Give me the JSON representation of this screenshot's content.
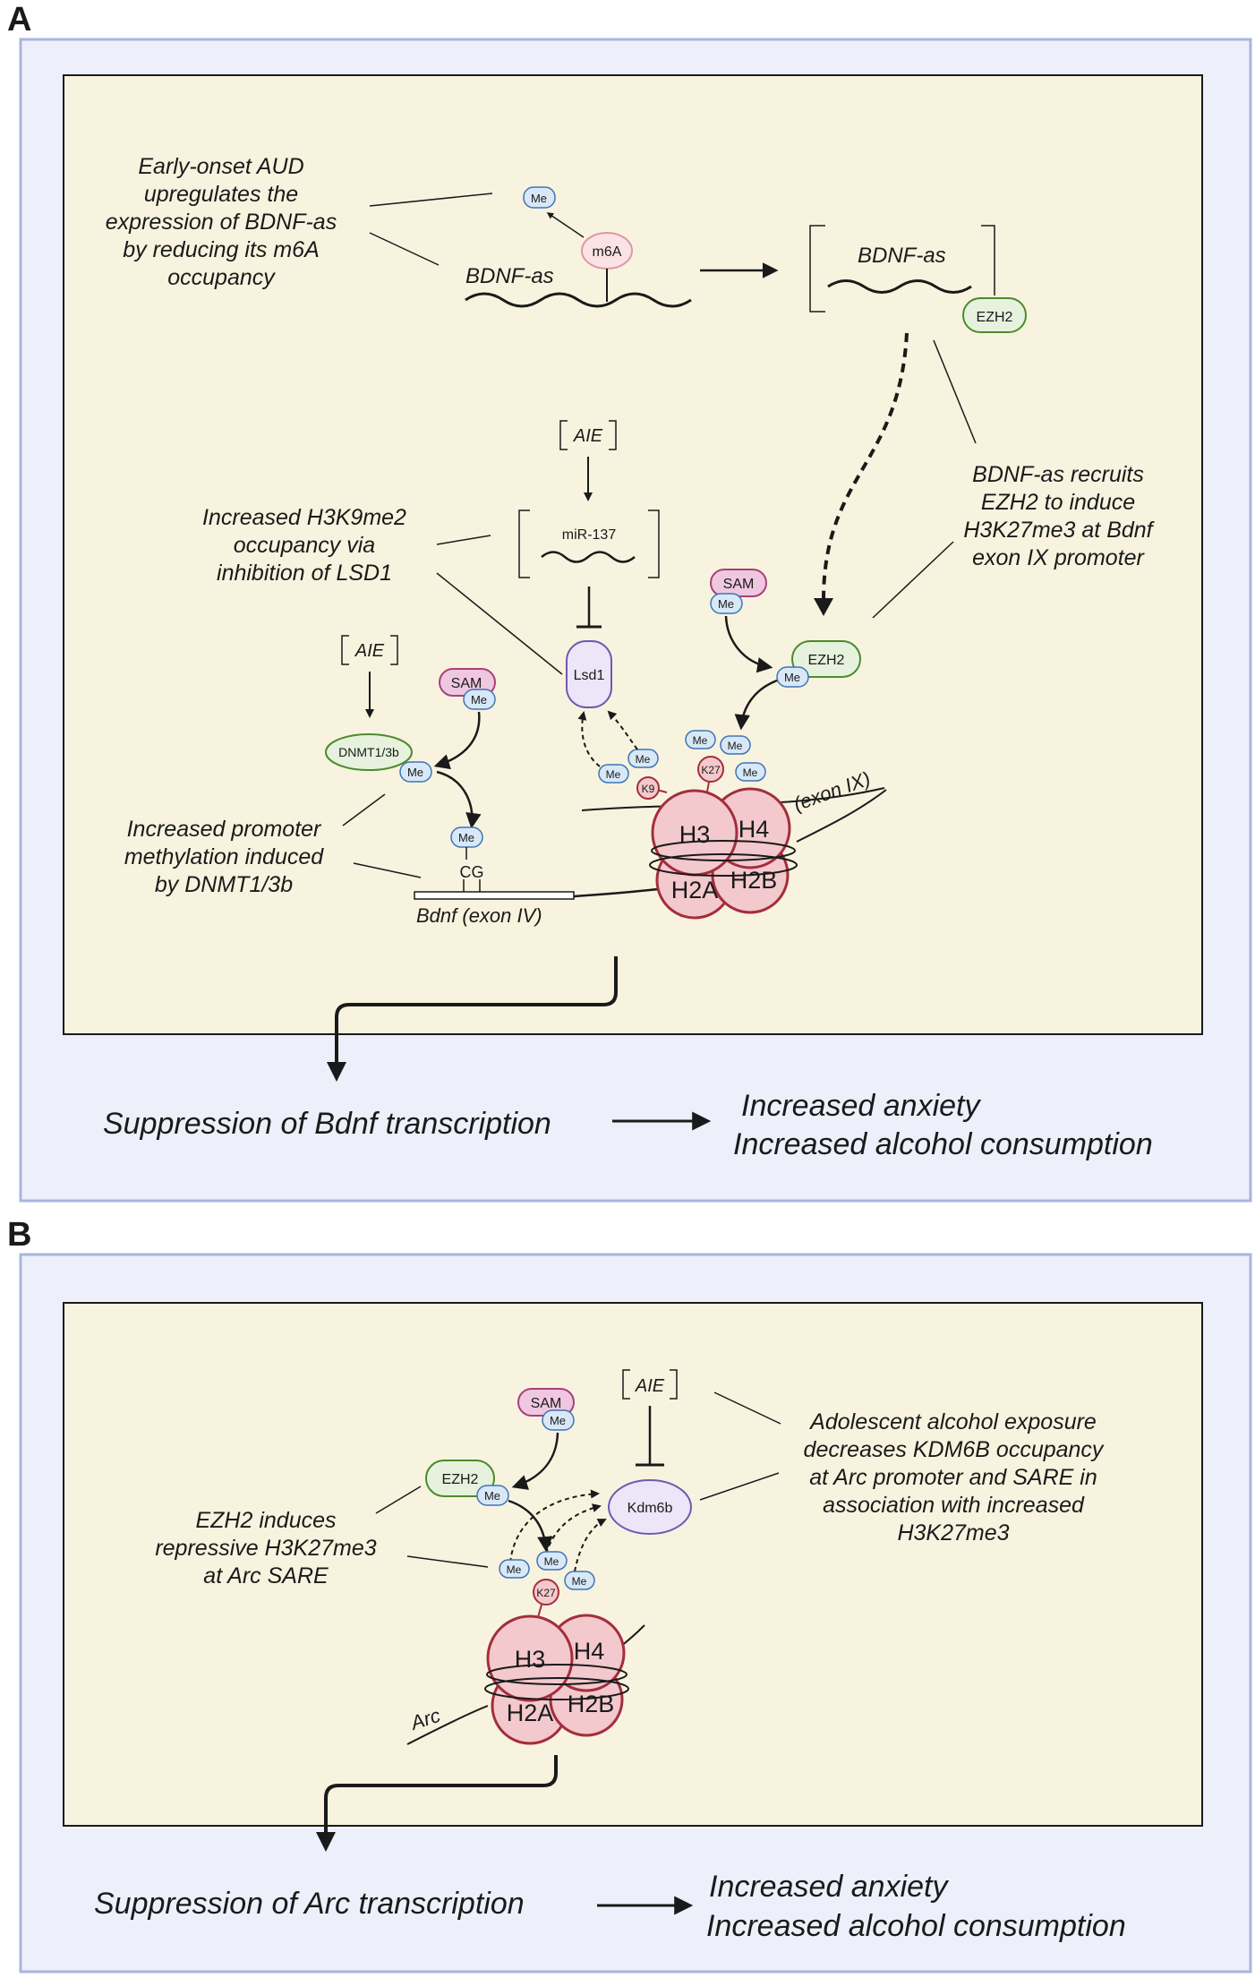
{
  "panel_a": {
    "letter": "A",
    "note_aud": [
      "Early-onset AUD",
      "upregulates the",
      "expression of BDNF-as",
      "by reducing its m6A",
      "occupancy"
    ],
    "me": "Me",
    "m6a": "m6A",
    "bdnf_as": "BDNF-as",
    "ezh2": "EZH2",
    "note_recruit": [
      "BDNF-as recruits",
      "EZH2 to induce",
      "H3K27me3 at Bdnf",
      "exon IX promoter"
    ],
    "aie": "AIE",
    "mir137": "miR-137",
    "note_h3k9": [
      "Increased H3K9me2",
      "occupancy via",
      "inhibition of LSD1"
    ],
    "lsd1": "Lsd1",
    "sam": "SAM",
    "dnmt": "DNMT1/3b",
    "note_promoter": [
      "Increased promoter",
      "methylation induced",
      "by DNMT1/3b"
    ],
    "cg": "CG",
    "bdnf_exon": "Bdnf (exon IV)",
    "exon_ix": "(exon IX)",
    "k9": "K9",
    "k27": "K27",
    "histones": {
      "h3": "H3",
      "h4": "H4",
      "h2a": "H2A",
      "h2b": "H2B"
    },
    "outcome_left": "Suppression of Bdnf transcription",
    "outcome_right": [
      "Increased anxiety",
      "Increased alcohol consumption"
    ]
  },
  "panel_b": {
    "letter": "B",
    "sam": "SAM",
    "me": "Me",
    "aie": "AIE",
    "ezh2": "EZH2",
    "kdm6b": "Kdm6b",
    "k27": "K27",
    "note_ezh2": [
      "EZH2 induces",
      "repressive H3K27me3",
      "at Arc SARE"
    ],
    "note_adol": [
      "Adolescent alcohol exposure",
      "decreases KDM6B occupancy",
      "at Arc promoter and SARE in",
      "association with increased",
      "H3K27me3"
    ],
    "arc": "Arc",
    "histones": {
      "h3": "H3",
      "h4": "H4",
      "h2a": "H2A",
      "h2b": "H2B"
    },
    "outcome_left": "Suppression of Arc transcription",
    "outcome_right": [
      "Increased anxiety",
      "Increased alcohol consumption"
    ]
  },
  "colors": {
    "outer_bg": "#edf0fb",
    "outer_border": "#a9b5dc",
    "inner_bg": "#f8f3df",
    "me_fill": "#d8e8f7",
    "me_stroke": "#3e74b5",
    "histone_fill": "#f3c9cd",
    "histone_stroke": "#a32e3d",
    "ezh2_fill": "#e6f2dd",
    "ezh2_stroke": "#4c8a2e",
    "sam_fill": "#efc7e0",
    "sam_stroke": "#a8407a",
    "enzyme_fill": "#ece6f8",
    "enzyme_stroke": "#6f58b3"
  }
}
